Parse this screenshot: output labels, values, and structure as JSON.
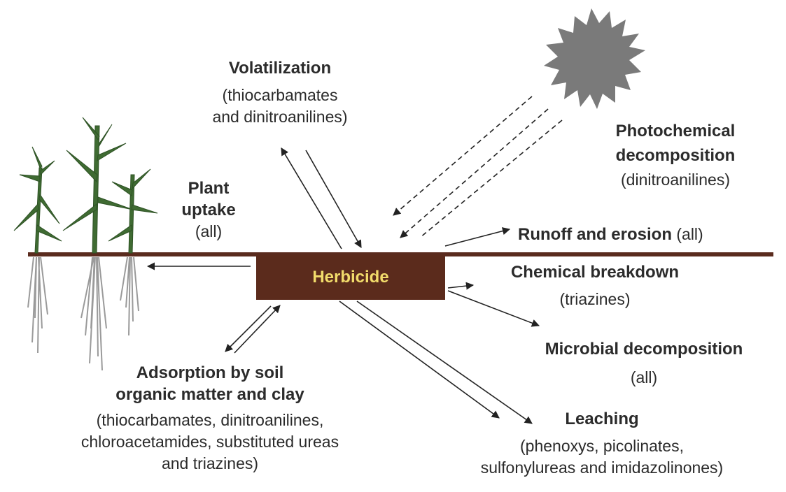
{
  "herbicide": "Herbicide",
  "volatilization": {
    "title": "Volatilization",
    "line1": "(thiocarbamates",
    "line2": "and dinitroanilines)"
  },
  "photochemical": {
    "title1": "Photochemical",
    "title2": "decomposition",
    "sub": "(dinitroanilines)"
  },
  "plant_uptake": {
    "title1": "Plant",
    "title2": "uptake",
    "sub": "(all)"
  },
  "runoff": {
    "title": "Runoff and erosion",
    "sub": "(all)"
  },
  "chemical": {
    "title": "Chemical breakdown",
    "sub": "(triazines)"
  },
  "microbial": {
    "title": "Microbial decomposition",
    "sub": "(all)"
  },
  "adsorption": {
    "title1": "Adsorption by soil",
    "title2": "organic matter and clay",
    "line1": "(thiocarbamates, dinitroanilines,",
    "line2": "chloroacetamides, substituted ureas",
    "line3": "and triazines)"
  },
  "leaching": {
    "title": "Leaching",
    "line1": "(phenoxys, picolinates,",
    "line2": "sulfonylureas and imidazolinones)"
  },
  "colors": {
    "soil_line": "#5a2b1e",
    "herbicide_box": "#5b2b1c",
    "herbicide_text": "#f2dc6b",
    "sun": "#7a7a7a",
    "leaf": "#3f6b32",
    "root": "#9a9a9a"
  }
}
